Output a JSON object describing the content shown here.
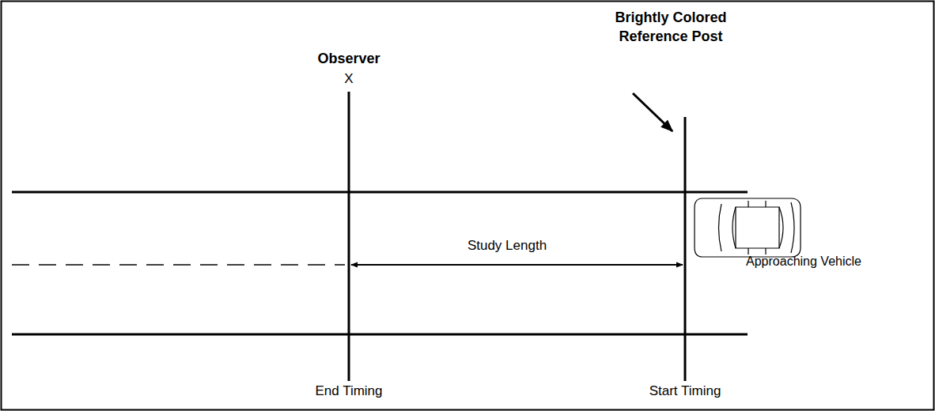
{
  "diagram": {
    "labels": [
      "Observer",
      "X",
      "Brightly Colored Reference Post",
      "Study Length",
      "Approaching Vehicle",
      "End Timing",
      "Start Timing"
    ]
  }
}
